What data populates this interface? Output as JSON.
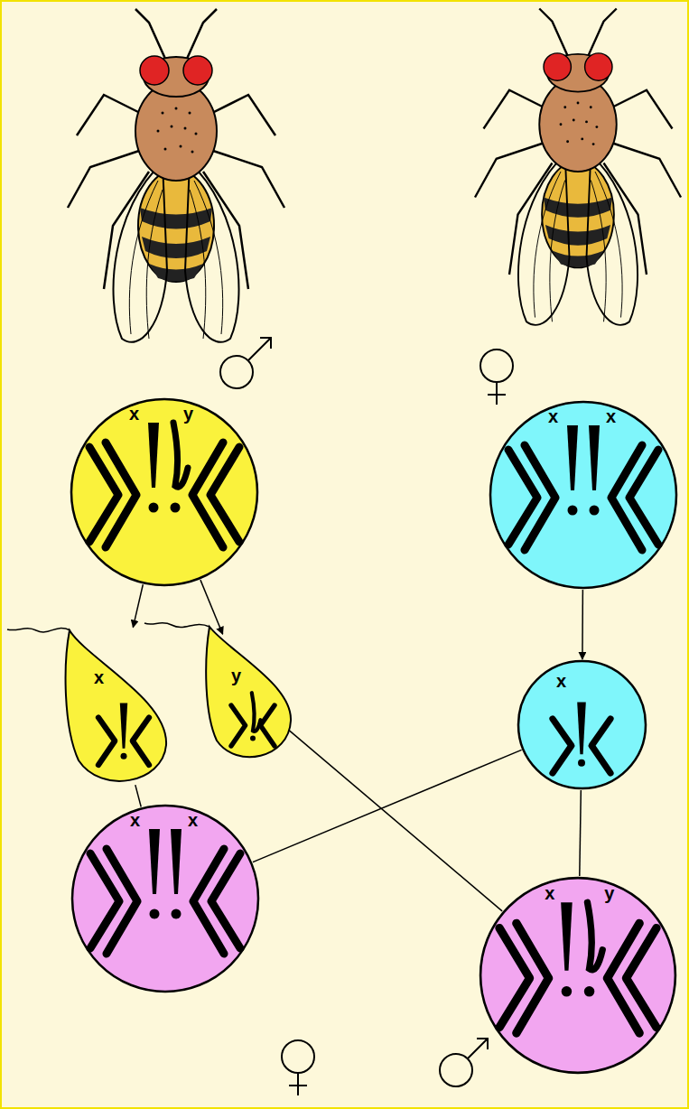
{
  "diagram": {
    "nodes": [
      {
        "text": [
          "x",
          "y"
        ]
      },
      {
        "text": [
          "x",
          "x"
        ]
      },
      {
        "text": [
          "x"
        ]
      },
      {
        "text": [
          "y"
        ]
      },
      {
        "text": [
          "x"
        ]
      },
      {
        "text": [
          "x",
          "x"
        ]
      },
      {
        "text": [
          "x",
          "y"
        ]
      }
    ],
    "edges": [
      {
        "from": 0,
        "to": 2,
        "arrow": "to"
      },
      {
        "from": 0,
        "to": 3,
        "arrow": "to"
      },
      {
        "from": 1,
        "to": 4,
        "arrow": "to"
      },
      {
        "from": 2,
        "to": 5,
        "arrow": "none"
      },
      {
        "from": 4,
        "to": 5,
        "arrow": "none"
      },
      {
        "from": 3,
        "to": 6,
        "arrow": "none"
      },
      {
        "from": 4,
        "to": 6,
        "arrow": "none"
      }
    ]
  }
}
